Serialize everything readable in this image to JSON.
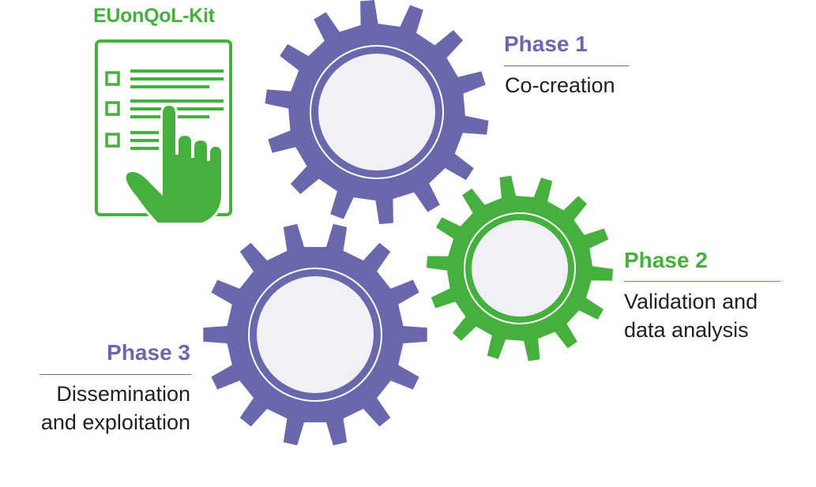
{
  "colors": {
    "purple": "#6a67ad",
    "green": "#45b03e",
    "text": "#1f1f1f"
  },
  "kit": {
    "title": "EUonQoL-Kit",
    "icon": "checklist-hand-icon"
  },
  "phases": [
    {
      "title": "Phase 1",
      "lines": [
        "Co-creation"
      ],
      "color": "purple"
    },
    {
      "title": "Phase 2",
      "lines": [
        "Validation and",
        "data analysis"
      ],
      "color": "green"
    },
    {
      "title": "Phase 3",
      "lines": [
        "Dissemination",
        "and exploitation"
      ],
      "color": "purple"
    }
  ]
}
